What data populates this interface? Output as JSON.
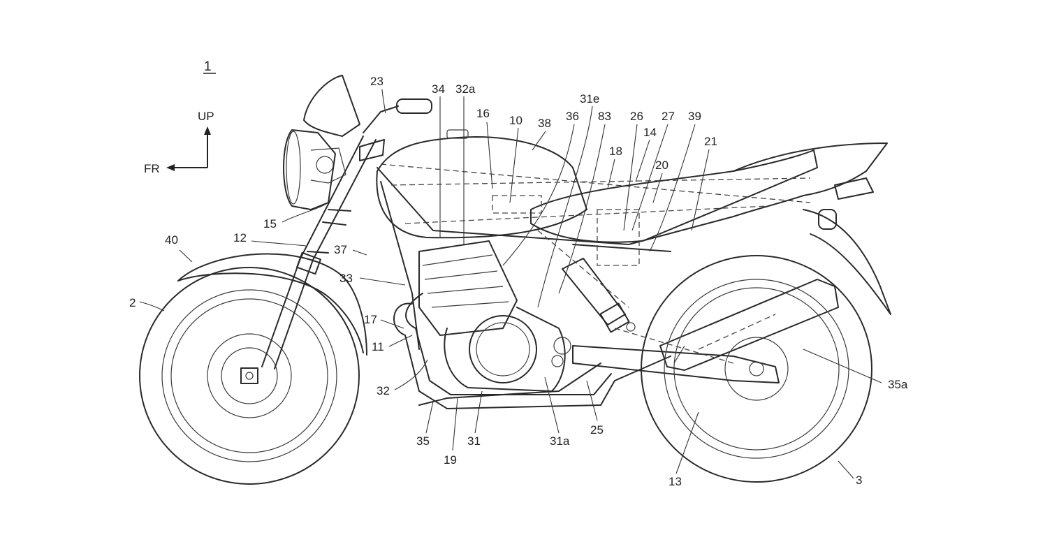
{
  "figure": {
    "number": "1",
    "direction_up": "UP",
    "direction_front": "FR"
  },
  "labels": {
    "l1": "23",
    "l2": "34",
    "l3": "32a",
    "l4": "31e",
    "l5": "16",
    "l6": "10",
    "l7": "38",
    "l8": "36",
    "l9": "83",
    "l10": "26",
    "l11": "27",
    "l12": "39",
    "l13": "14",
    "l14": "18",
    "l15": "21",
    "l16": "20",
    "l17": "15",
    "l18": "40",
    "l19": "12",
    "l20": "37",
    "l21": "33",
    "l22": "2",
    "l23": "17",
    "l24": "11",
    "l25": "32",
    "l26": "35",
    "l27": "19",
    "l28": "31",
    "l29": "31a",
    "l30": "25",
    "l31": "13",
    "l32": "3",
    "l33": "35a"
  }
}
